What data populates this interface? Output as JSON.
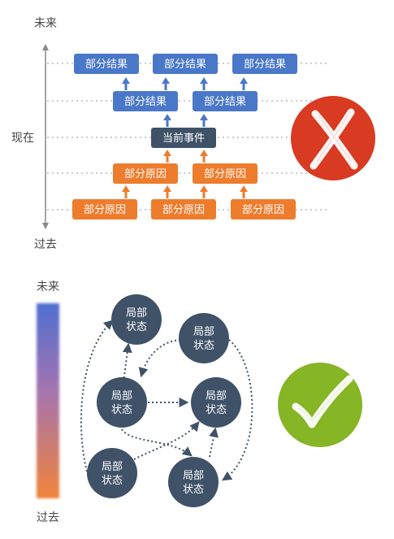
{
  "top_diagram": {
    "label_future": "未来",
    "label_now": "现在",
    "label_past": "过去",
    "partial_result": "部分结果",
    "current_event": "当前事件",
    "partial_cause": "部分原因",
    "verdict": "wrong"
  },
  "bottom_diagram": {
    "label_future": "未来",
    "label_past": "过去",
    "node_line1": "局部",
    "node_line2": "状态",
    "verdict": "right"
  },
  "colors": {
    "result_box": "#4a78c9",
    "event_box": "#3f5268",
    "cause_box": "#ee7c2d",
    "node": "#3f5268",
    "cross_badge": "#d83a22",
    "check_badge": "#86b525",
    "gradient_top": "#4f6fd0",
    "gradient_bottom": "#f0843a"
  }
}
